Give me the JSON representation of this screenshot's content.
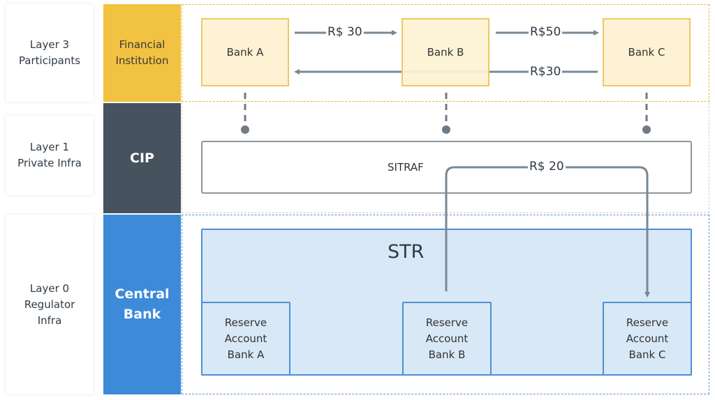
{
  "layers": [
    {
      "label": "Layer 3\nParticipants"
    },
    {
      "label": "Layer 1\nPrivate Infra"
    },
    {
      "label": "Layer 0\nRegulator\nInfra"
    }
  ],
  "bands": {
    "financial_institution": "Financial\nInstitution",
    "cip": "CIP",
    "central_bank": "Central\nBank"
  },
  "banks": [
    "Bank A",
    "Bank B",
    "Bank C"
  ],
  "sitraf": {
    "label": "SITRAF"
  },
  "str": {
    "label": "STR"
  },
  "reserve_accounts": [
    "Reserve\nAccount\nBank A",
    "Reserve\nAccount\nBank B",
    "Reserve\nAccount\nBank C"
  ],
  "flows": {
    "a_to_b": "R$ 30",
    "b_to_c": "R$50",
    "c_to_a": "R$30",
    "sitraf_transfer": "R$ 20"
  },
  "colors": {
    "layer3": "#f2c242",
    "cip": "#46525e",
    "central_bank": "#3d8ad8",
    "bank_fill": "#fdf2d3",
    "str_fill": "#d8e8f6",
    "connector": "#7b8893"
  }
}
